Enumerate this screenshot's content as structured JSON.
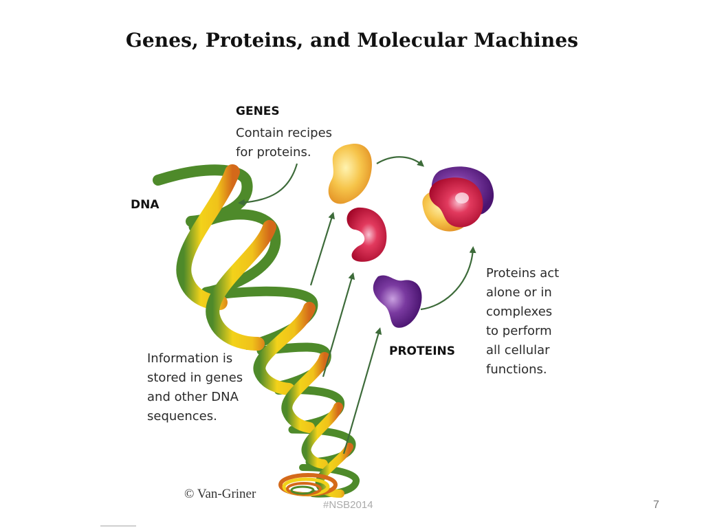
{
  "title": "Genes, Proteins, and Molecular Machines",
  "genes": {
    "heading": "GENES",
    "lines": [
      "Contain recipes",
      "for proteins."
    ]
  },
  "dna_label": "DNA",
  "proteins_label": "PROTEINS",
  "information": {
    "lines": [
      "Information is",
      "stored in genes",
      "and other DNA",
      "sequences."
    ]
  },
  "proteins_act": {
    "lines": [
      "Proteins act",
      "alone or in",
      "complexes",
      "to perform",
      "all cellular",
      "functions."
    ]
  },
  "copyright": "© Van-Griner",
  "hashtag": "#NSB2014",
  "page_number": "7",
  "colors": {
    "dna_green": "#4e8a2a",
    "dna_yellow": "#f2d21a",
    "dna_orange": "#d4691a",
    "protein_yellow": "#f4b43a",
    "protein_red": "#d0123a",
    "protein_purple": "#6a2a8a",
    "arrow_green": "#3d6b3a"
  }
}
